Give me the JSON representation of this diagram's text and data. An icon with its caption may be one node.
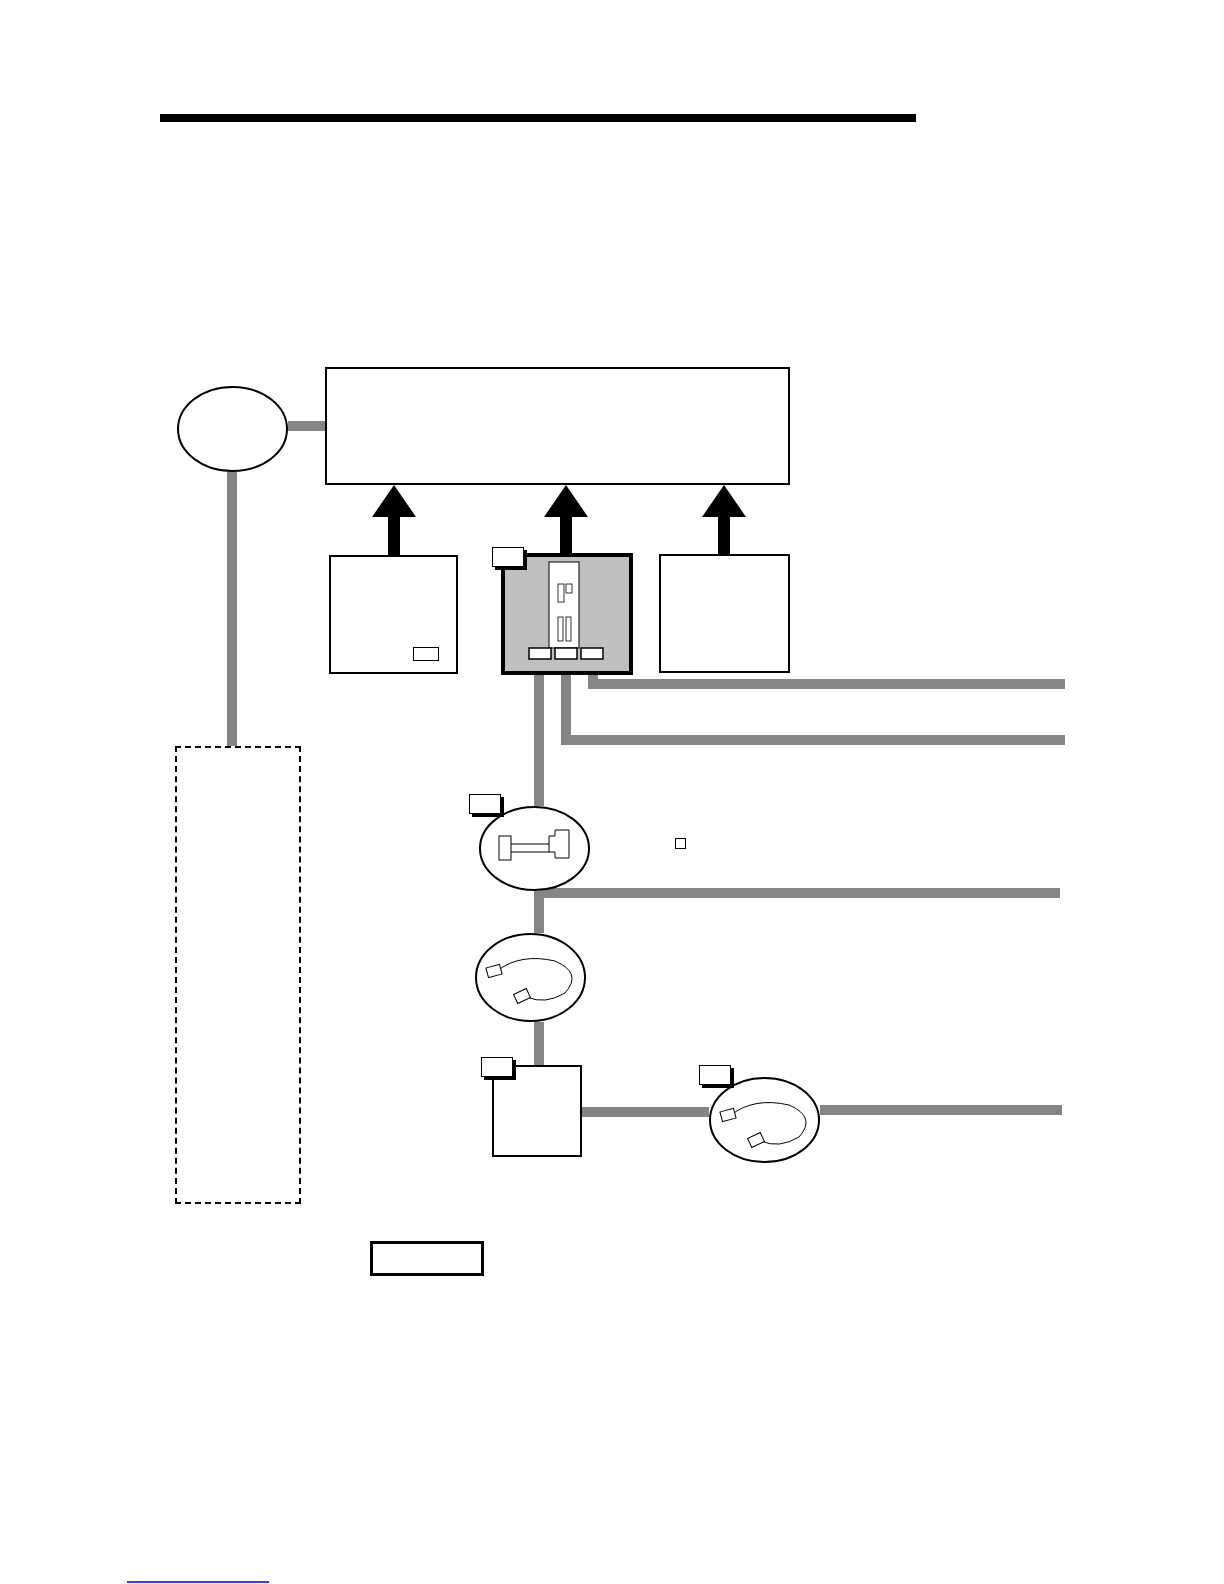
{
  "diagram": {
    "nodes": [
      {
        "text": [],
        "shape": "circle"
      },
      {
        "text": [],
        "shape": "box"
      },
      {
        "text": [],
        "shape": "box"
      },
      {
        "text": [],
        "shape": "box"
      },
      {
        "text": [],
        "shape": "box"
      },
      {
        "text": [],
        "shape": "box"
      },
      {
        "text": [],
        "shape": "picture"
      },
      {
        "text": [],
        "shape": "picture"
      },
      {
        "text": [],
        "shape": "box"
      },
      {
        "text": [],
        "shape": "picture"
      },
      {
        "text": [],
        "shape": "box"
      }
    ],
    "edges": [
      {
        "from": 0,
        "to": 1,
        "arrow": "none"
      },
      {
        "from": 0,
        "to": 5,
        "arrow": "none"
      },
      {
        "from": 2,
        "to": 1,
        "arrow": "to",
        "style": "thick",
        "color": "#000000"
      },
      {
        "from": 3,
        "to": 1,
        "arrow": "to",
        "style": "thick",
        "color": "#000000"
      },
      {
        "from": 4,
        "to": 1,
        "arrow": "to",
        "style": "thick",
        "color": "#000000"
      },
      {
        "from": 3,
        "to": null,
        "arrow": "none"
      },
      {
        "from": 3,
        "to": null,
        "arrow": "none"
      },
      {
        "from": 3,
        "to": 6,
        "arrow": "none"
      },
      {
        "from": 6,
        "to": null,
        "arrow": "none"
      },
      {
        "from": 6,
        "to": 7,
        "arrow": "none"
      },
      {
        "from": 7,
        "to": 8,
        "arrow": "none"
      },
      {
        "from": 8,
        "to": 9,
        "arrow": "none"
      },
      {
        "from": 9,
        "to": null,
        "arrow": "none"
      }
    ]
  }
}
